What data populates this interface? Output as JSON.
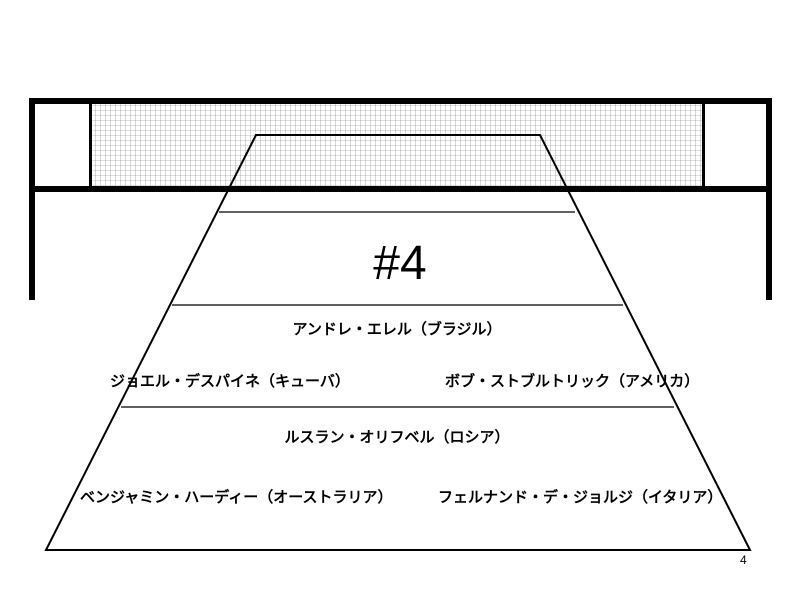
{
  "slide": {
    "title": "#4",
    "page_number": "4"
  },
  "court": {
    "players": [
      {
        "name": "アンドレ・エレル（ブラジル）"
      },
      {
        "name": "ジョエル・デスパイネ（キューバ）"
      },
      {
        "name": "ボブ・ストブルトリック（アメリカ）"
      },
      {
        "name": "ルスラン・オリフベル（ロシア）"
      },
      {
        "name": "ベンジャミン・ハーディー（オーストラリア）"
      },
      {
        "name": "フェルナンド・デ・ジョルジ（イタリア）"
      }
    ]
  }
}
